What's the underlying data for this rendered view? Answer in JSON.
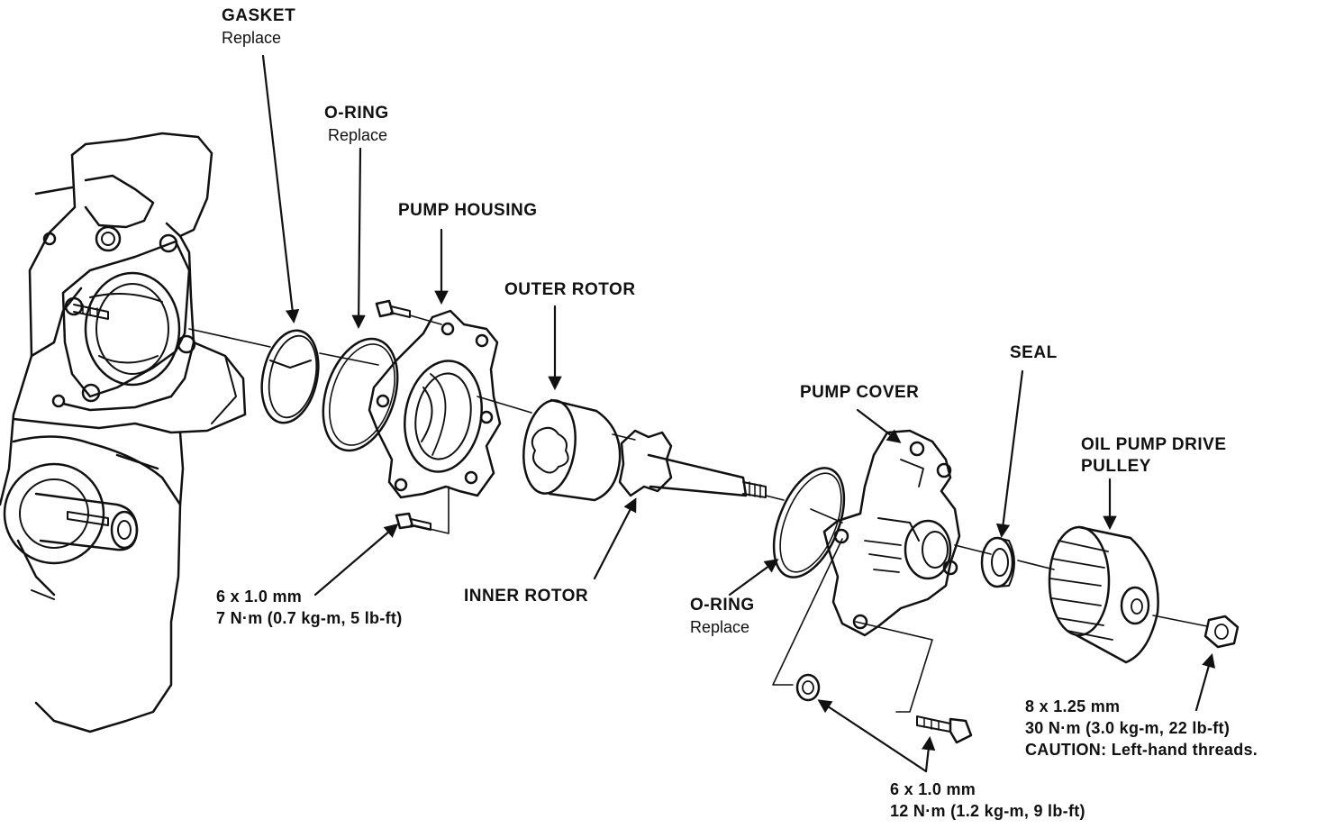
{
  "labels": {
    "gasket": {
      "name": "GASKET",
      "note": "Replace"
    },
    "oring_top": {
      "name": "O-RING",
      "note": "Replace"
    },
    "pump_housing": {
      "name": "PUMP HOUSING"
    },
    "outer_rotor": {
      "name": "OUTER ROTOR"
    },
    "inner_rotor": {
      "name": "INNER ROTOR"
    },
    "pump_cover": {
      "name": "PUMP COVER"
    },
    "oring_bottom": {
      "name": "O-RING",
      "note": "Replace"
    },
    "seal": {
      "name": "SEAL"
    },
    "pulley": {
      "line1": "OIL PUMP DRIVE",
      "line2": "PULLEY"
    }
  },
  "specs": {
    "housing_bolt": {
      "size": "6 x 1.0 mm",
      "torque": "7 N·m (0.7 kg-m, 5 lb-ft)"
    },
    "cover_bolt": {
      "size": "6 x 1.0 mm",
      "torque": "12 N·m (1.2 kg-m, 9 lb-ft)"
    },
    "pulley_nut": {
      "size": "8 x 1.25 mm",
      "torque": "30 N·m (3.0 kg-m, 22 lb-ft)",
      "caution": "CAUTION: Left-hand threads."
    }
  },
  "colors": {
    "ink": "#111111",
    "paper": "#ffffff"
  }
}
